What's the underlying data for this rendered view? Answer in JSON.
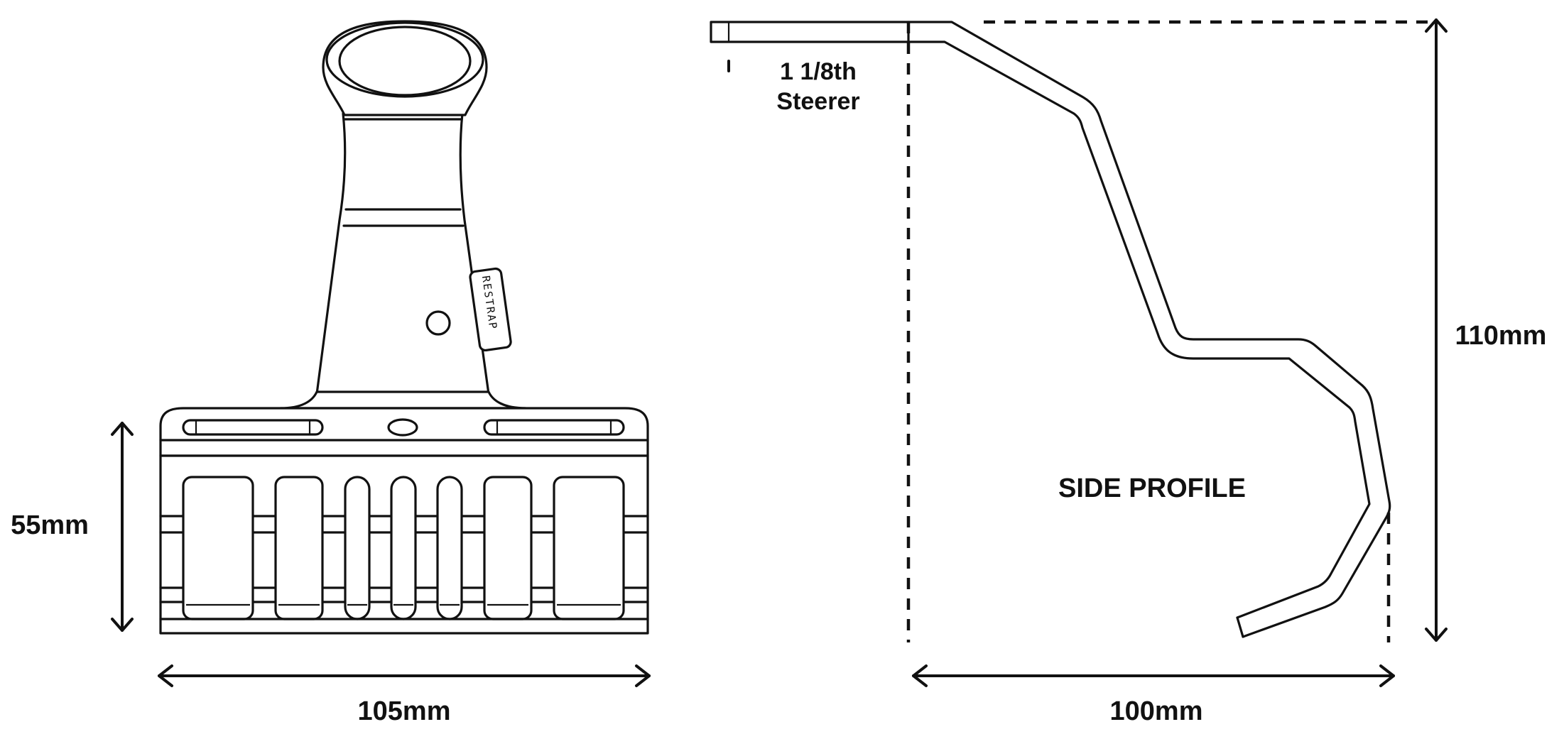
{
  "dimensions": {
    "height_left": "55mm",
    "width_left": "105mm",
    "width_right": "100mm",
    "height_right": "110mm"
  },
  "labels": {
    "steerer_line1": "1 1/8th",
    "steerer_line2": "Steerer",
    "side_profile": "SIDE PROFILE",
    "brand_tag": "RESTRAP"
  }
}
